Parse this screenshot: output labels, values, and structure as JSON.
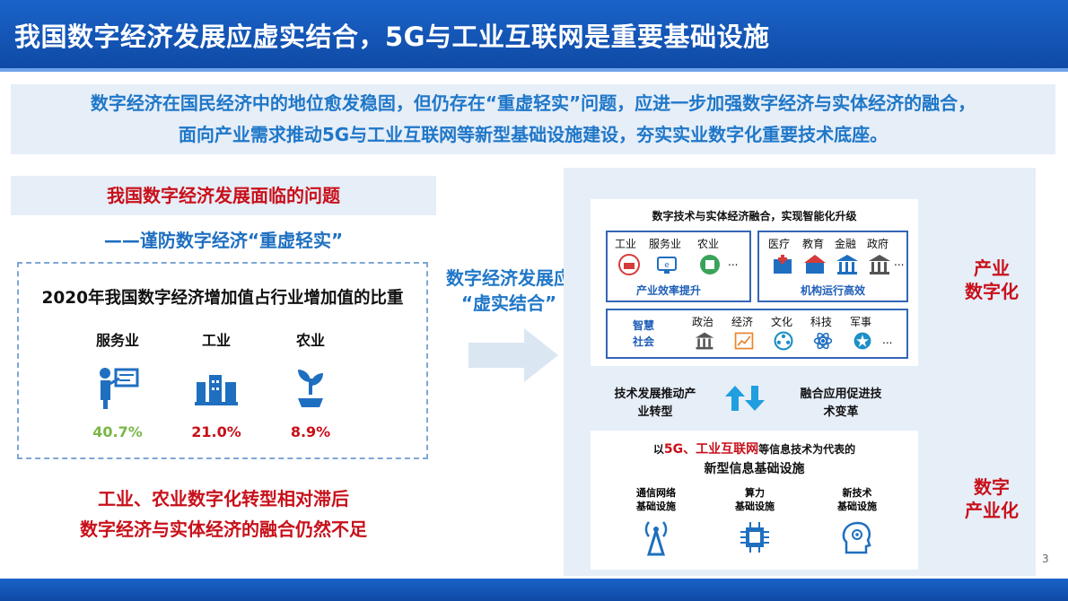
{
  "header": {
    "title": "我国数字经济发展应虚实结合，5G与工业互联网是重要基础设施"
  },
  "summary": {
    "line1": "数字经济在国民经济中的地位愈发稳固，但仍存在“重虚轻实”问题，应进一步加强数字经济与实体经济的融合，",
    "line2": "面向产业需求推动5G与工业互联网等新型基础设施建设，夯实实业数字化重要技术底座。"
  },
  "left": {
    "header": "我国数字经济发展面临的问题",
    "subheader": "——谨防数字经济“重虚轻实”",
    "chart_title": "2020年我国数字经济增加值占行业增加值的比重",
    "footer_line1": "工业、农业数字化转型相对滞后",
    "footer_line2": "数字经济与实体经济的融合仍然不足"
  },
  "chart_data": {
    "type": "table",
    "title": "2020年我国数字经济增加值占行业增加值的比重",
    "categories": [
      "服务业",
      "工业",
      "农业"
    ],
    "values": [
      40.7,
      21.0,
      8.9
    ],
    "value_labels": [
      "40.7%",
      "21.0%",
      "8.9%"
    ],
    "colors": [
      "#7ab648",
      "#c8101a",
      "#c8101a"
    ]
  },
  "middle": {
    "label_line1": "数字经济发展应",
    "label_line2": "“虚实结合”"
  },
  "right": {
    "top_card": {
      "title": "数字技术与实体经济融合，实现智能化升级",
      "industry_items": [
        "工业",
        "服务业",
        "农业"
      ],
      "industry_more": "...",
      "industry_caption": "产业效率提升",
      "institution_items": [
        "医疗",
        "教育",
        "金融",
        "政府"
      ],
      "institution_more": "...",
      "institution_caption": "机构运行高效",
      "society_label_1": "智慧",
      "society_label_2": "社会",
      "society_items": [
        "政治",
        "经济",
        "文化",
        "科技",
        "军事"
      ],
      "society_more": "..."
    },
    "label_top_1": "产业",
    "label_top_2": "数字化",
    "middle_left_1": "技术发展推动产",
    "middle_left_2": "业转型",
    "middle_right_1": "融合应用促进技",
    "middle_right_2": "术变革",
    "bottom_card": {
      "line1_prefix": "以",
      "line1_highlight": "5G、工业互联网",
      "line1_suffix": "等信息技术为代表的",
      "line2": "新型信息基础设施",
      "items": [
        {
          "l1": "通信网络",
          "l2": "基础设施",
          "icon": "antenna-icon"
        },
        {
          "l1": "算力",
          "l2": "基础设施",
          "icon": "chip-icon"
        },
        {
          "l1": "新技术",
          "l2": "基础设施",
          "icon": "ai-head-icon"
        }
      ]
    },
    "label_bottom_1": "数字",
    "label_bottom_2": "产业化"
  },
  "page_number": "3",
  "colors": {
    "brand_blue": "#0f4aa6",
    "accent_blue": "#1f77c8",
    "alert_red": "#c8101a",
    "green": "#7ab648",
    "panel_bg": "#e6eef8"
  }
}
